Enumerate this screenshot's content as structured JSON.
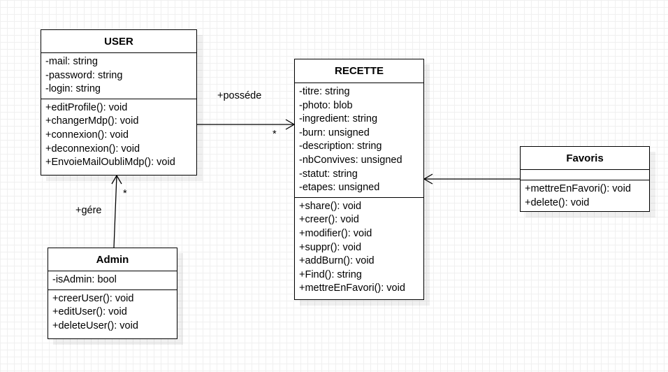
{
  "classes": {
    "user": {
      "name": "USER",
      "attributes": [
        "-mail: string",
        "-password: string",
        "-login: string"
      ],
      "methods": [
        "+editProfile(): void",
        "+changerMdp(): void",
        "+connexion(): void",
        "+deconnexion(): void",
        "+EnvoieMailOubliMdp(): void"
      ]
    },
    "recette": {
      "name": "RECETTE",
      "attributes": [
        "-titre: string",
        "-photo: blob",
        "-ingredient: string",
        "-burn: unsigned",
        "-description: string",
        "-nbConvives: unsigned",
        "-statut: string",
        "-etapes: unsigned"
      ],
      "methods": [
        "+share(): void",
        "+creer(): void",
        "+modifier(): void",
        "+suppr(): void",
        "+addBurn(): void",
        "+Find(): string",
        "+mettreEnFavori(): void"
      ]
    },
    "favoris": {
      "name": "Favoris",
      "attributes": [],
      "methods": [
        "+mettreEnFavori(): void",
        "+delete(): void"
      ]
    },
    "admin": {
      "name": "Admin",
      "attributes": [
        "-isAdmin: bool"
      ],
      "methods": [
        "+creerUser(): void",
        "+editUser(): void",
        "+deleteUser(): void"
      ]
    }
  },
  "edges": {
    "possede": {
      "label": "+posséde",
      "multiplicity": "*"
    },
    "gere": {
      "label": "+gére",
      "multiplicity": "*"
    },
    "favoris_recette": {
      "label": ""
    }
  }
}
